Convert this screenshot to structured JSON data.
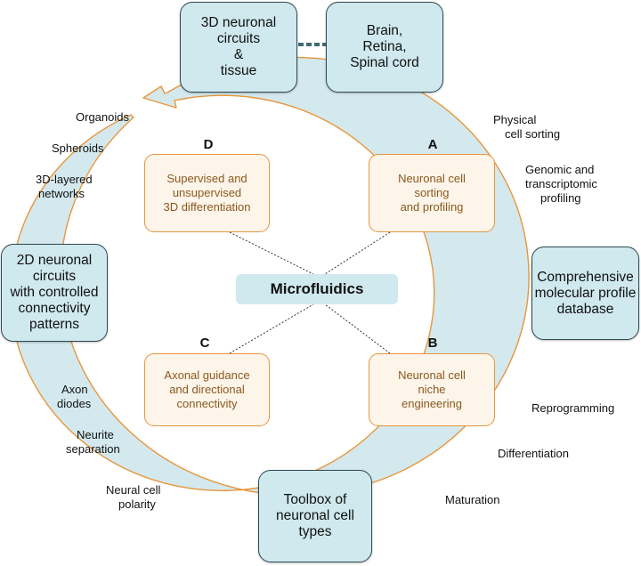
{
  "center": {
    "title": "Microfluidics"
  },
  "outer_nodes": {
    "top_left": [
      "3D neuronal",
      "circuits",
      "&",
      "tissue"
    ],
    "top_right": [
      "Brain,",
      "Retina,",
      "Spinal cord"
    ],
    "right": [
      "Comprehensive",
      "molecular profile",
      "database"
    ],
    "bottom": [
      "Toolbox of",
      "neuronal cell",
      "types"
    ],
    "left": [
      "2D neuronal",
      "circuits",
      "with controlled",
      "connectivity",
      "patterns"
    ]
  },
  "inner_boxes": {
    "A": {
      "letter": "A",
      "lines": [
        "Neuronal cell",
        "sorting",
        "and profiling"
      ]
    },
    "B": {
      "letter": "B",
      "lines": [
        "Neuronal cell",
        "niche",
        "engineering"
      ]
    },
    "C": {
      "letter": "C",
      "lines": [
        "Axonal guidance",
        "and directional",
        "connectivity"
      ]
    },
    "D": {
      "letter": "D",
      "lines": [
        "Supervised and",
        "unsupervised",
        "3D differentiation"
      ]
    }
  },
  "side_labels": {
    "physical": [
      "Physical",
      "cell sorting"
    ],
    "genomic": [
      "Genomic and",
      "transcriptomic",
      "profiling"
    ],
    "reprogramming": [
      "Reprogramming"
    ],
    "differentiation": [
      "Differentiation"
    ],
    "maturation": [
      "Maturation"
    ],
    "polarity": [
      "Neural cell",
      "polarity"
    ],
    "neurite": [
      "Neurite",
      "separation"
    ],
    "axon": [
      "Axon",
      "diodes"
    ],
    "layered": [
      "3D-layered",
      "networks"
    ],
    "spheroids": [
      "Spheroids"
    ],
    "organoids": [
      "Organoids"
    ]
  },
  "colors": {
    "ring_fill": "#d3e9ee",
    "ring_stroke": "#e8963c",
    "node_fill": "#cfe9ee",
    "node_border": "#2f4a52",
    "inner_fill": "#fdf4ea",
    "inner_text": "#8a5a1c",
    "dashed_link": "#3f6a72"
  }
}
